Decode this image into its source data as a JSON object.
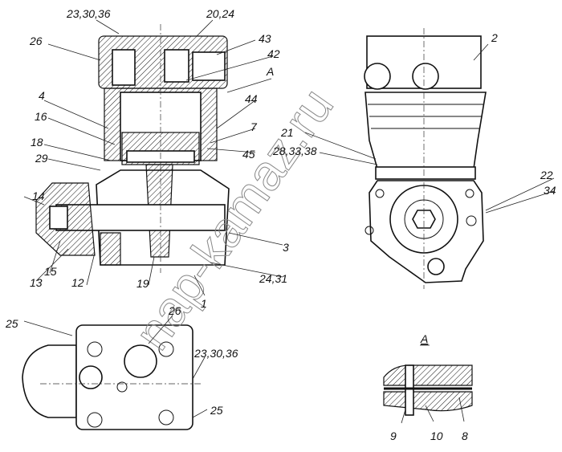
{
  "figure": {
    "section_view_labels": [
      "23,30,36",
      "20,24",
      "26",
      "43",
      "42",
      "A",
      "4",
      "44",
      "16",
      "7",
      "18",
      "45",
      "29",
      "14",
      "3",
      "15",
      "13",
      "12",
      "19",
      "1",
      "24,31"
    ],
    "side_view_labels": [
      "2",
      "21",
      "28,33,38",
      "22",
      "34"
    ],
    "top_view_labels": [
      "26",
      "25",
      "23,30,36",
      "25"
    ],
    "detail_view": {
      "title": "A",
      "labels": [
        "9",
        "10",
        "8"
      ]
    },
    "watermark": "nap-kamaz.ru"
  }
}
